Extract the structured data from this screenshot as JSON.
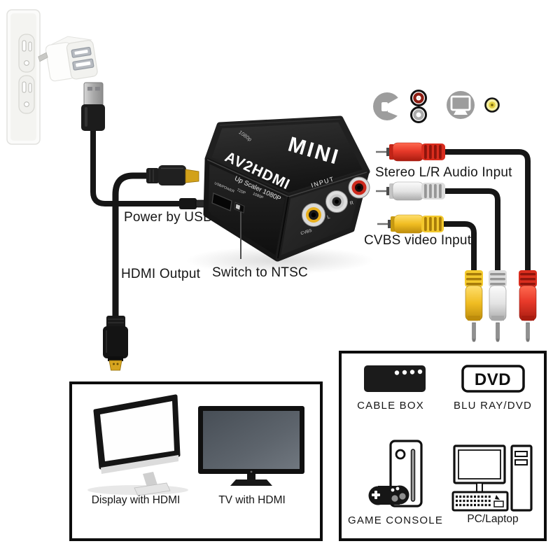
{
  "converter": {
    "brand": "MINI",
    "model": "AV2HDMI",
    "subtitle": "Up Scaler 1080P",
    "top_marking": "1080p",
    "input_marking": "INPUT",
    "usb_port_label": "USB/POWER",
    "switch_label_720": "720P",
    "switch_label_1080": "1080P",
    "jack_cvbs": "CVBS",
    "jack_left": "L",
    "jack_right": "R"
  },
  "annotations": {
    "power": "Power by USB",
    "hdmi_output": "HDMI Output",
    "ntsc_switch": "Switch to NTSC",
    "audio_input": "Stereo L/R Audio Input",
    "video_input": "CVBS video Input"
  },
  "legend_icons": [
    {
      "name": "speaker-icon"
    },
    {
      "name": "rca-audio-pair-icon"
    },
    {
      "name": "display-icon"
    },
    {
      "name": "rca-video-icon"
    }
  ],
  "output_devices": {
    "display_label": "Display with HDMI",
    "tv_label": "TV with HDMI"
  },
  "source_devices": {
    "cable_box_label": "CABLE BOX",
    "dvd_text": "DVD",
    "bluray_label": "BLU RAY/DVD",
    "game_label": "GAME CONSOLE",
    "pc_label": "PC/Laptop"
  },
  "colors": {
    "rca_red": "#e83a2a",
    "rca_white": "#e8e8e8",
    "rca_yellow": "#f0bd22",
    "cable_black": "#161616",
    "icon_gray": "#9d9d9d",
    "box_black": "#1c1c1c"
  }
}
